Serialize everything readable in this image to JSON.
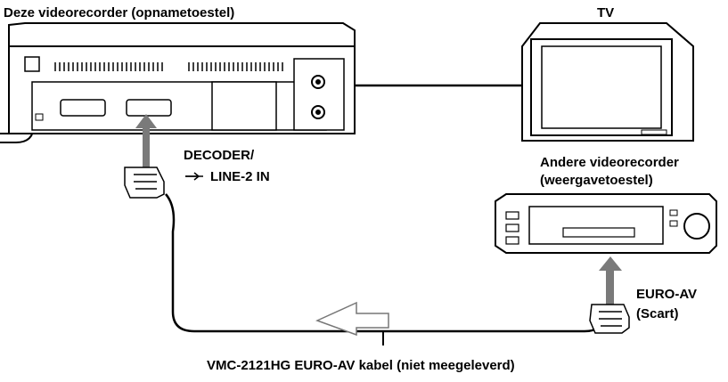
{
  "labels": {
    "vcr_recorder": "Deze videorecorder (opnametoestel)",
    "tv": "TV",
    "decoder_line1": "DECODER/",
    "decoder_line2": "LINE-2 IN",
    "other_vcr_line1": "Andere videorecorder",
    "other_vcr_line2": "(weergavetoestel)",
    "euro_av_line1": "EURO-AV",
    "euro_av_line2": "(Scart)",
    "cable": "VMC-2121HG EURO-AV kabel (niet meegeleverd)"
  },
  "colors": {
    "line": "#000000",
    "arrow_gray": "#7a7a7a",
    "fill": "#ffffff"
  },
  "icons": {
    "input": "input-arrow-icon",
    "scart": "scart-plug-icon"
  }
}
